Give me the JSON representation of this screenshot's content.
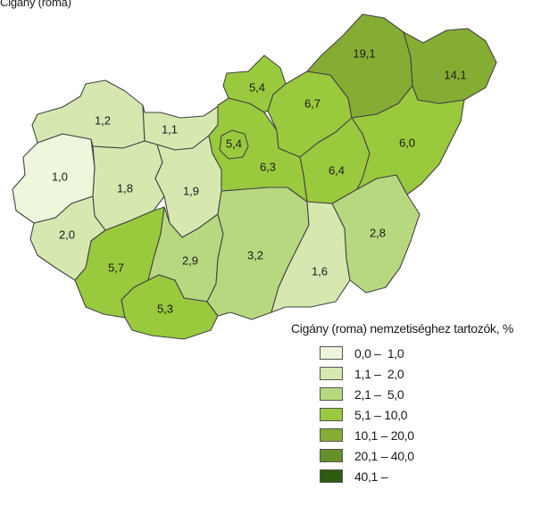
{
  "title": "Cigány (roma)",
  "legend": {
    "title": "Cigány (roma) nemzetiséghez tartozók, %",
    "classes": [
      {
        "label": "0,0 –  1,0",
        "color": "#eef6dc"
      },
      {
        "label": "1,1 –  2,0",
        "color": "#d6e8b0"
      },
      {
        "label": "2,1 –  5,0",
        "color": "#b8d880"
      },
      {
        "label": "5,1 – 10,0",
        "color": "#99c93d"
      },
      {
        "label": "10,1 – 20,0",
        "color": "#86ad33"
      },
      {
        "label": "20,1 – 40,0",
        "color": "#66912a"
      },
      {
        "label": "40,1 –",
        "color": "#2f5a10"
      }
    ]
  },
  "regions": [
    {
      "id": "gyor-moson-sopron",
      "value": "1,2",
      "class": 1
    },
    {
      "id": "komarom-esztergom",
      "value": "1,1",
      "class": 1
    },
    {
      "id": "vas",
      "value": "1,0",
      "class": 0
    },
    {
      "id": "veszprem",
      "value": "1,8",
      "class": 1
    },
    {
      "id": "fejer",
      "value": "1,9",
      "class": 1
    },
    {
      "id": "zala",
      "value": "2,0",
      "class": 1
    },
    {
      "id": "somogy",
      "value": "5,7",
      "class": 3
    },
    {
      "id": "tolna",
      "value": "2,9",
      "class": 2
    },
    {
      "id": "baranya",
      "value": "5,3",
      "class": 3
    },
    {
      "id": "bacs-kiskun",
      "value": "3,2",
      "class": 2
    },
    {
      "id": "csongrad",
      "value": "1,6",
      "class": 1
    },
    {
      "id": "bekes",
      "value": "2,8",
      "class": 2
    },
    {
      "id": "pest",
      "value": "6,3",
      "class": 3
    },
    {
      "id": "budapest",
      "value": "5,4",
      "class": 3
    },
    {
      "id": "nograd",
      "value": "5,4",
      "class": 3
    },
    {
      "id": "heves",
      "value": "6,7",
      "class": 3
    },
    {
      "id": "jasz-nagykun-szolnok",
      "value": "6,4",
      "class": 3
    },
    {
      "id": "borsod-abauj-zemplen",
      "value": "19,1",
      "class": 4
    },
    {
      "id": "szabolcs-szatmar-bereg",
      "value": "14,1",
      "class": 4
    },
    {
      "id": "hajdu-bihar",
      "value": "6,0",
      "class": 3
    }
  ]
}
